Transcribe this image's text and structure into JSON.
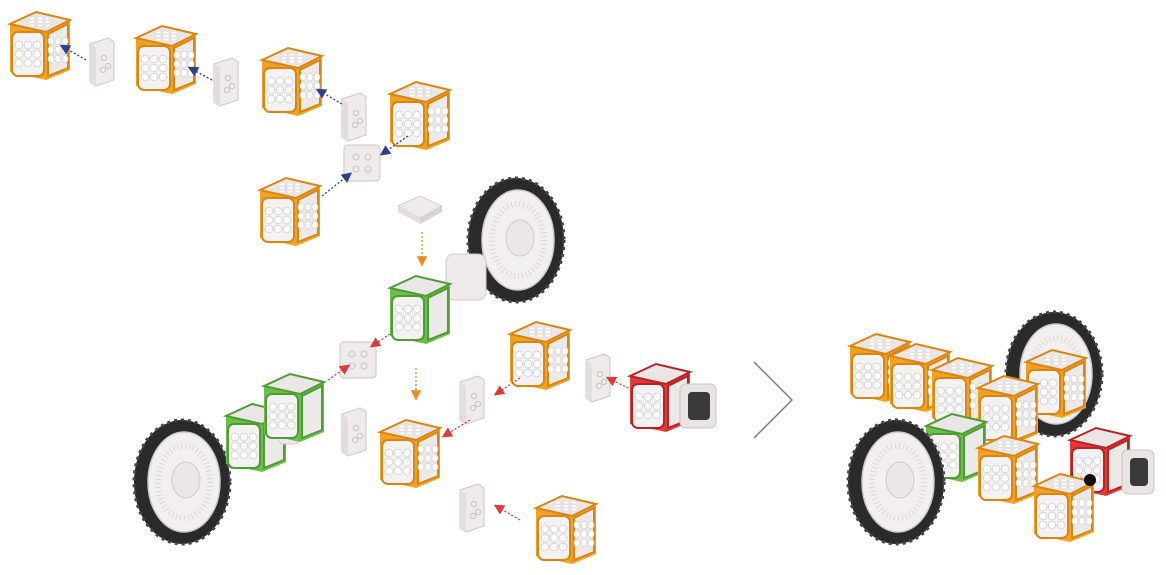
{
  "diagram": {
    "colors": {
      "orange": "#f2a223",
      "orange_dark": "#d98512",
      "green": "#6cc04a",
      "green_dark": "#4e9c33",
      "red": "#e23a3a",
      "red_dark": "#b82323",
      "cube_face": "#f3f1f1",
      "connector": "#efebeb",
      "tire": "#2a2a2a",
      "hub": "#f2efef",
      "arrow_blue": "#2f3e8f",
      "arrow_orange": "#ee8a22",
      "arrow_red": "#e0393c",
      "chevron": "#777777"
    },
    "parts": {
      "orange_cube_icons": "orange-cube",
      "green_motor_icons": "green-motor-cube",
      "red_sensor_icon": "red-sensor-cube",
      "wheel_icons": "wheel",
      "connector_icons": "connector-plate"
    },
    "steps": [
      {
        "id": "attach-top-row",
        "arrow_color": "blue"
      },
      {
        "id": "mount-motors",
        "arrow_color": "orange"
      },
      {
        "id": "attach-front",
        "arrow_color": "red"
      }
    ],
    "result_label": ""
  }
}
